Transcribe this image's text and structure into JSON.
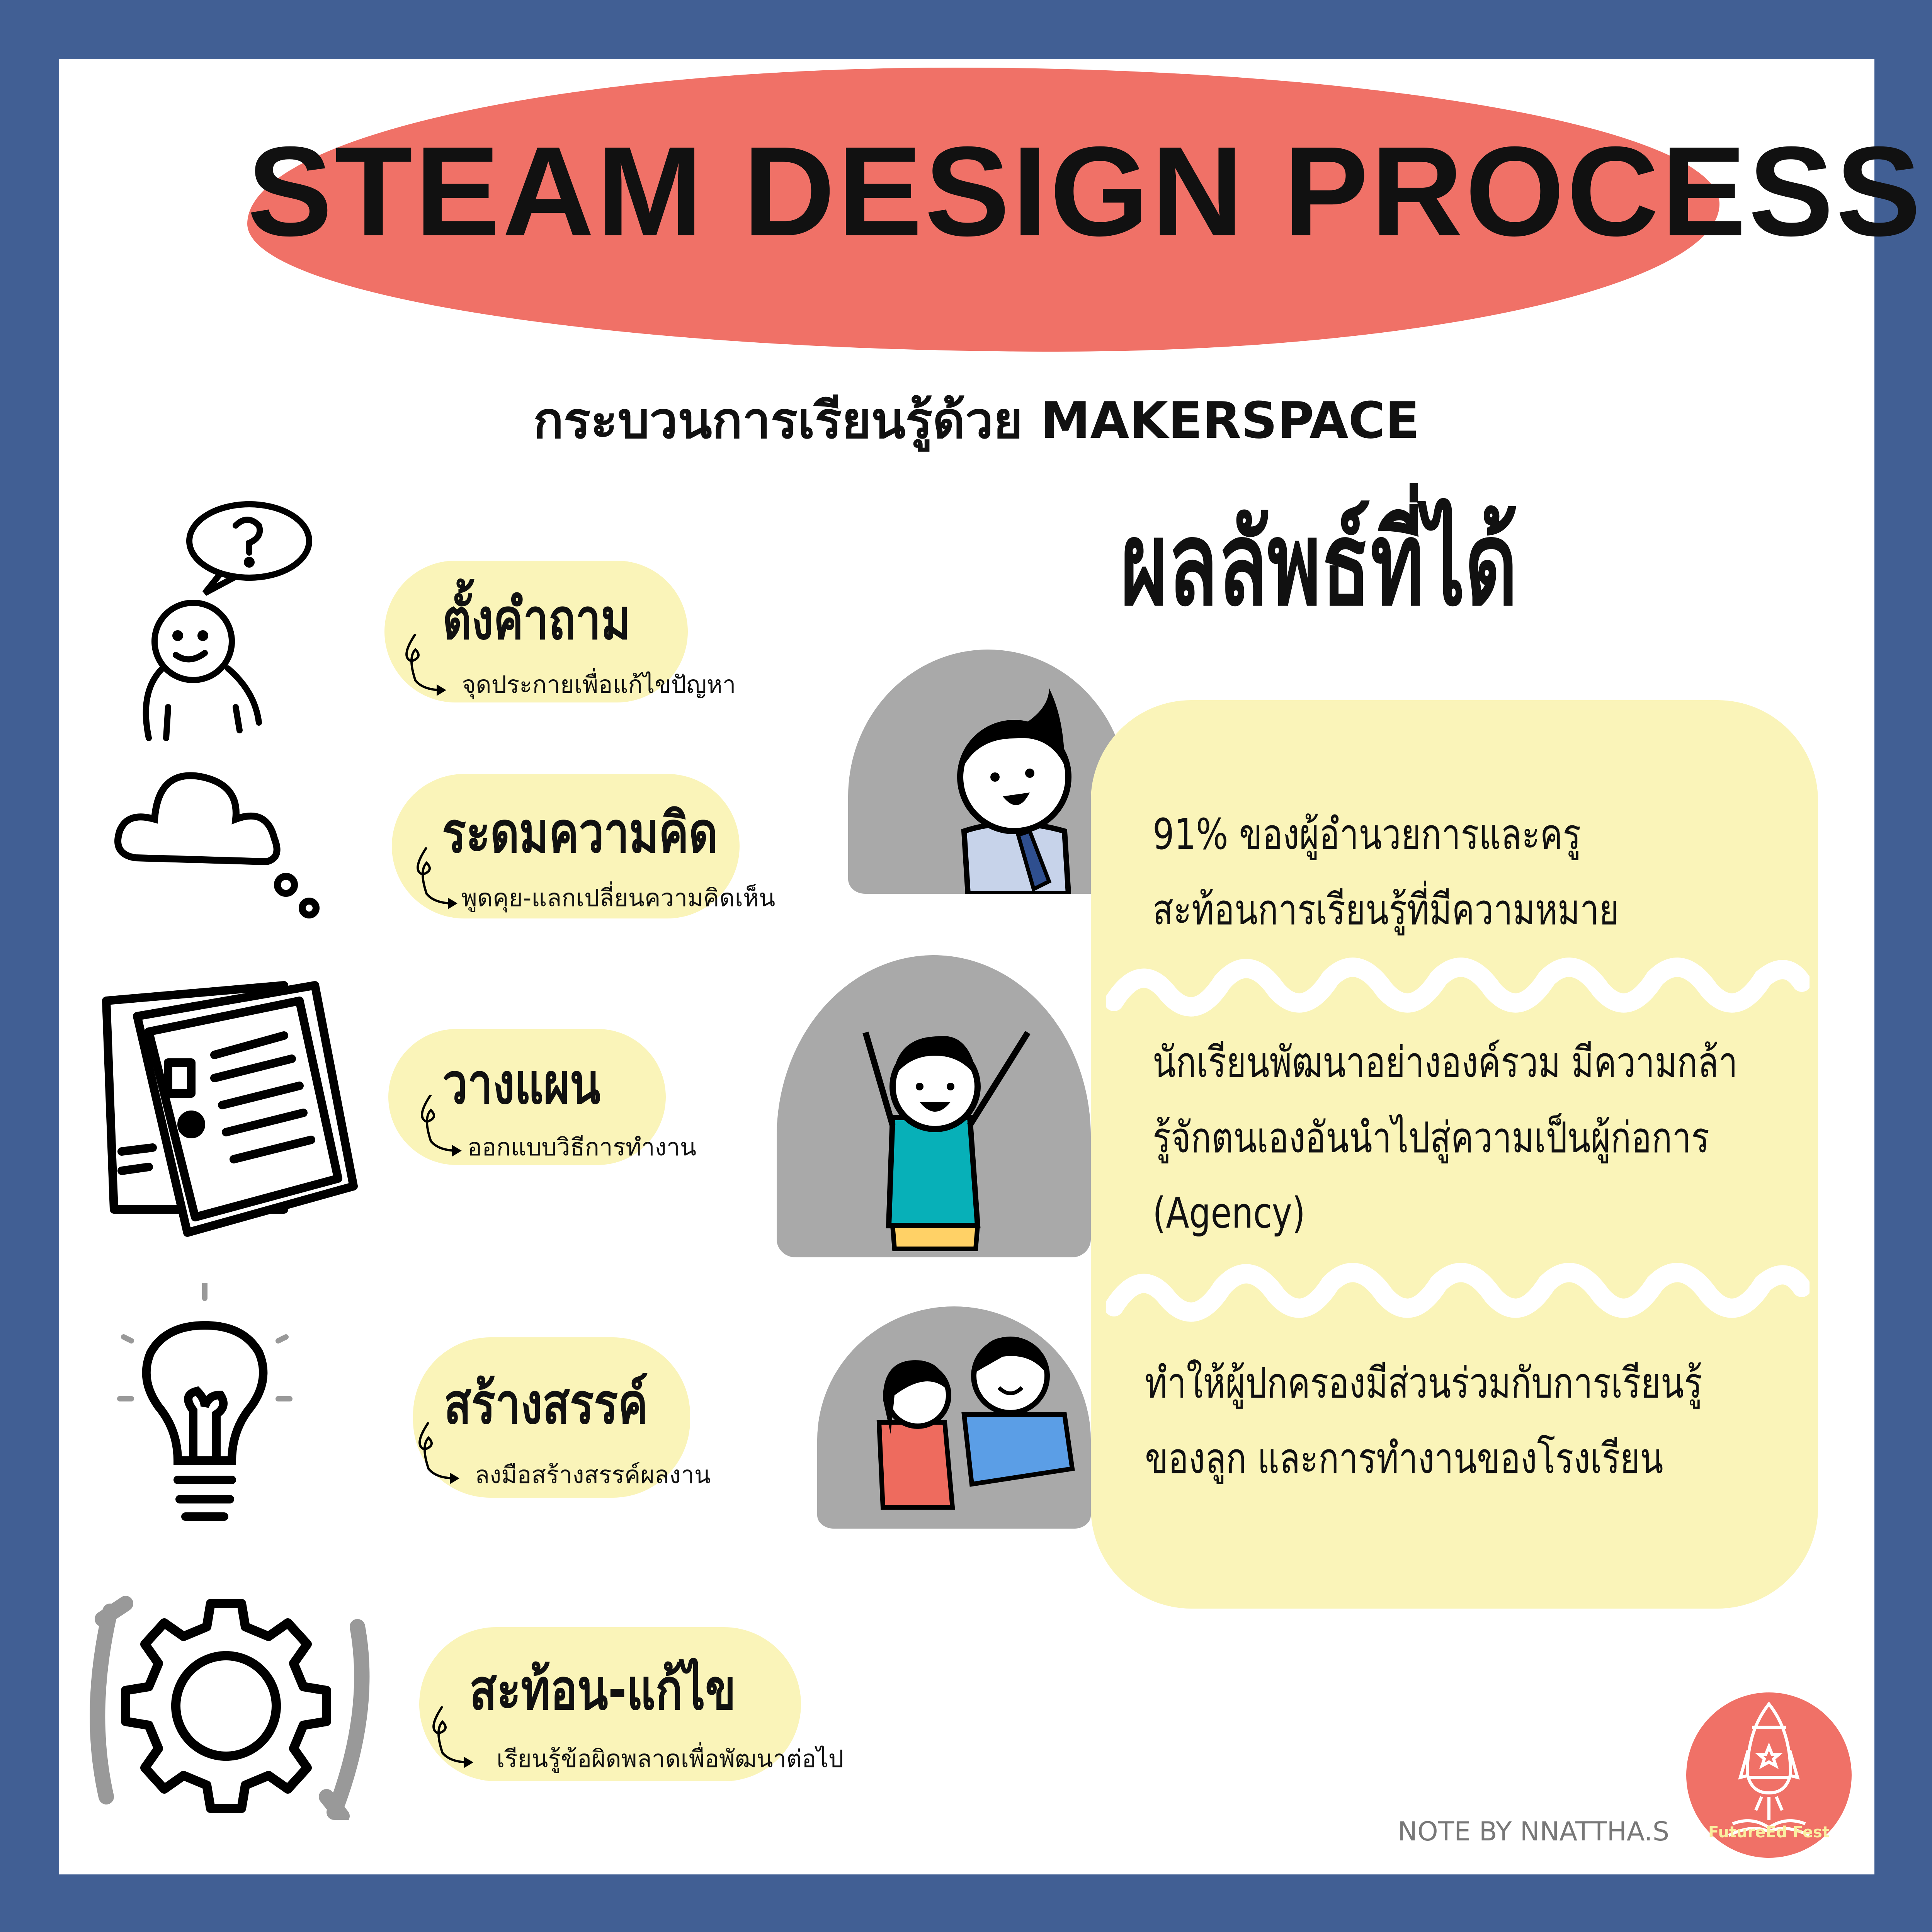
{
  "header": {
    "title": "STEAM DESIGN PROCESS",
    "subtitle": "กระบวนการเรียนรู้ด้วย MAKERSPACE"
  },
  "steps": [
    {
      "title": "ตั้งคำถาม",
      "description": "จุดประกายเพื่อแก้ไขปัญหา",
      "icon": "thinking-person-icon"
    },
    {
      "title": "ระดมความคิด",
      "description": "พูดคุย-แลกเปลี่ยนความคิดเห็น",
      "icon": "thought-cloud-icon"
    },
    {
      "title": "วางแผน",
      "description": "ออกแบบวิธีการทำงาน",
      "icon": "document-icon"
    },
    {
      "title": "สร้างสรรค์",
      "description": "ลงมือสร้างสรรค์ผลงาน",
      "icon": "lightbulb-icon"
    },
    {
      "title": "สะท้อน-แก้ไข",
      "description": "เรียนรู้ข้อผิดพลาดเพื่อพัฒนาต่อไป",
      "icon": "gear-cycle-icon"
    }
  ],
  "results": {
    "title": "ผลลัพธ์ที่ได้",
    "items": [
      {
        "lines": [
          "91% ของผู้อำนวยการและครู",
          "สะท้อนการเรียนรู้ที่มีความหมาย"
        ]
      },
      {
        "lines": [
          "นักเรียนพัฒนาอย่างองค์รวม มีความกล้า",
          "รู้จักตนเองอันนำไปสู่ความเป็นผู้ก่อการ",
          "(Agency)"
        ]
      },
      {
        "lines": [
          "ทำให้ผู้ปกครองมีส่วนร่วมกับการเรียนรู้",
          "ของลูก และการทำงานของโรงเรียน"
        ]
      }
    ]
  },
  "footer": {
    "note": "NOTE BY NNATTHA.S",
    "logo_text": "FutureEd Fest"
  },
  "colors": {
    "border": "#415f94",
    "accent": "#f07167",
    "highlight": "#faf4b9",
    "grey": "#a9a9a9"
  }
}
